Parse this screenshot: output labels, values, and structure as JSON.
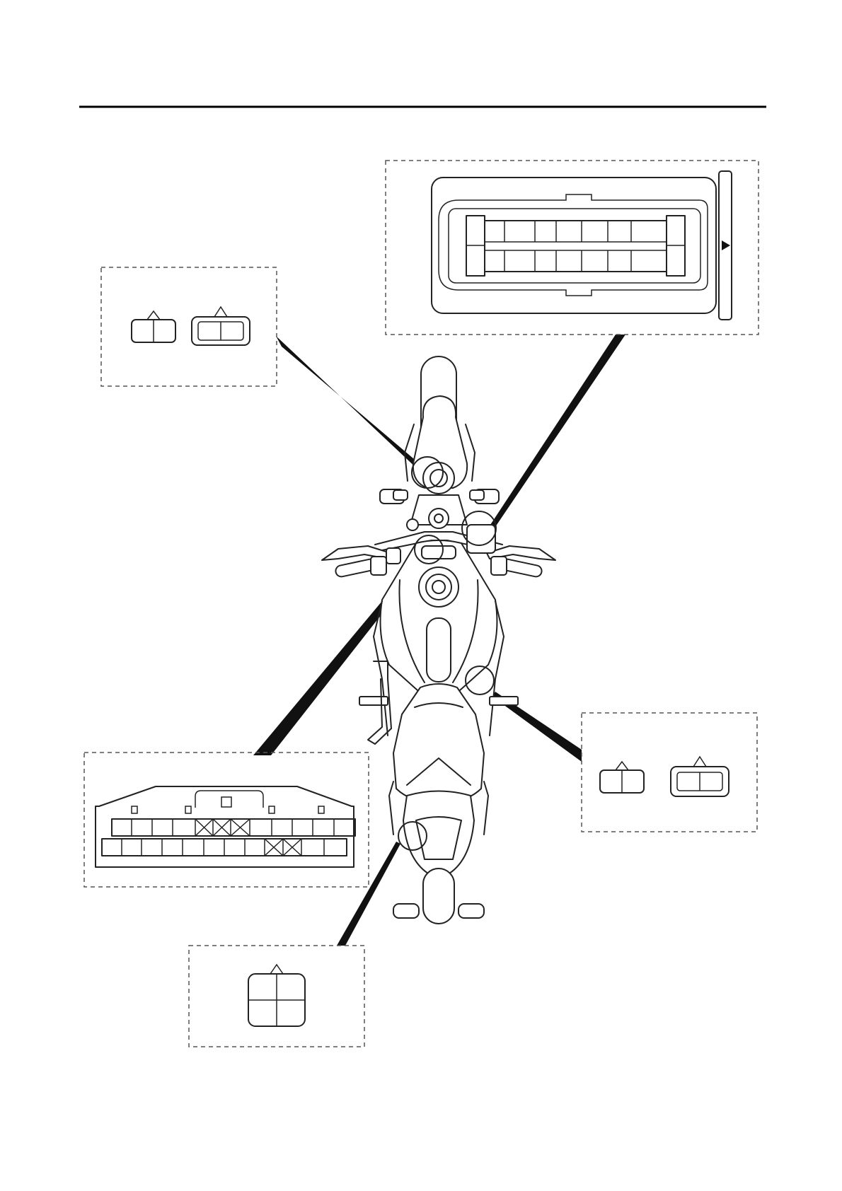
{
  "page": {
    "title": "",
    "accent_color": "#000000",
    "background_color": "#ffffff"
  },
  "diagram": {
    "subject": "motorcycle-top-view",
    "callouts": [
      {
        "id": "front-left-connectors",
        "pins": "2-pin"
      },
      {
        "id": "handlebar-multi-connector",
        "pins": "multi-pin"
      },
      {
        "id": "right-mid-connectors",
        "pins": "2-pin"
      },
      {
        "id": "ecu-connector",
        "pins": "multi-pin"
      },
      {
        "id": "rear-4pin-connector",
        "pins": "4-pin"
      }
    ]
  }
}
